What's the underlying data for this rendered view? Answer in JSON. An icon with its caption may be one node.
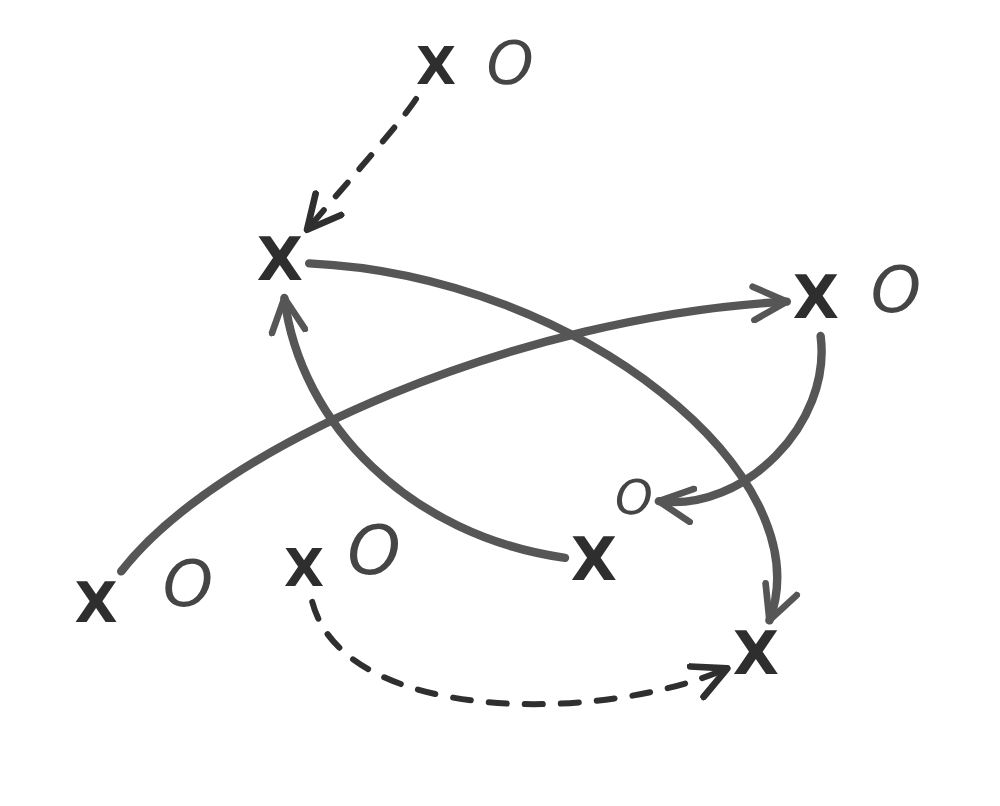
{
  "diagram": {
    "nodes": [
      {
        "text": [
          "X"
        ]
      },
      {
        "text": [
          "X"
        ]
      },
      {
        "text": [
          "X"
        ]
      },
      {
        "text": [
          "O"
        ]
      },
      {
        "text": [
          "X"
        ]
      },
      {
        "text": [
          "X"
        ]
      },
      {
        "text": [
          "X"
        ]
      },
      {
        "text": [
          "X"
        ]
      }
    ],
    "edges": [
      {
        "from": 0,
        "to": 1,
        "arrow": "to",
        "style": "dashed"
      },
      {
        "from": 1,
        "to": 7,
        "arrow": "to"
      },
      {
        "from": 4,
        "to": 2,
        "arrow": "to"
      },
      {
        "from": 2,
        "to": 3,
        "arrow": "to"
      },
      {
        "from": 6,
        "to": 1,
        "arrow": "to"
      },
      {
        "from": 5,
        "to": 7,
        "arrow": "to",
        "style": "dashed"
      }
    ],
    "labels": [
      "O",
      "O",
      "O",
      "O"
    ]
  }
}
